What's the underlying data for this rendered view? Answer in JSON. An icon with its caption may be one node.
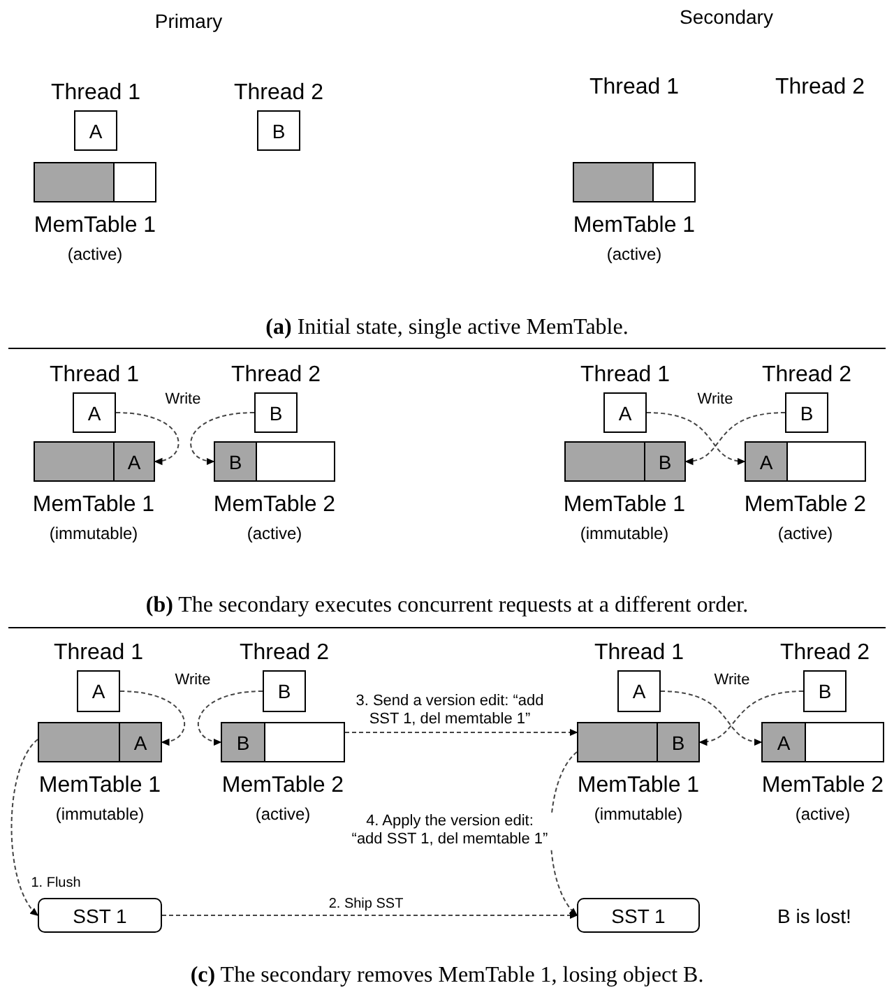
{
  "diagram": {
    "nodes": [
      {
        "text": [
          "A"
        ],
        "beside": [
          "Thread 1"
        ]
      },
      {
        "text": [
          "B"
        ],
        "beside": [
          "Thread 2"
        ]
      },
      {
        "text": [
          "MemTable 1",
          "(active)"
        ]
      },
      {
        "text": [
          "MemTable 1",
          "(active)"
        ]
      },
      {
        "text": [
          "A"
        ],
        "beside": [
          "Thread 1"
        ]
      },
      {
        "text": [
          "B"
        ],
        "beside": [
          "Thread 2"
        ]
      },
      {
        "text": [
          "MemTable 1",
          "(immutable)"
        ]
      },
      {
        "text": [
          "A"
        ],
        "in": 6
      },
      {
        "text": [
          "MemTable 2",
          "(active)"
        ]
      },
      {
        "text": [
          "B"
        ],
        "in": 8
      },
      {
        "text": [
          "A"
        ],
        "beside": [
          "Thread 1"
        ]
      },
      {
        "text": [
          "B"
        ],
        "beside": [
          "Thread 2"
        ]
      },
      {
        "text": [
          "MemTable 1",
          "(immutable)"
        ]
      },
      {
        "text": [
          "B"
        ],
        "in": 12
      },
      {
        "text": [
          "MemTable 2",
          "(active)"
        ]
      },
      {
        "text": [
          "A"
        ],
        "in": 14
      },
      {
        "text": [
          "A"
        ],
        "beside": [
          "Thread 1"
        ]
      },
      {
        "text": [
          "B"
        ],
        "beside": [
          "Thread 2"
        ]
      },
      {
        "text": [
          "MemTable 1",
          "(immutable)"
        ]
      },
      {
        "text": [
          "A"
        ],
        "in": 18
      },
      {
        "text": [
          "MemTable 2",
          "(active)"
        ]
      },
      {
        "text": [
          "B"
        ],
        "in": 20
      },
      {
        "text": [
          "SST 1"
        ]
      },
      {
        "text": [
          "A"
        ],
        "beside": [
          "Thread 1"
        ]
      },
      {
        "text": [
          "B"
        ],
        "beside": [
          "Thread 2"
        ]
      },
      {
        "text": [
          "MemTable 1",
          "(immutable)"
        ]
      },
      {
        "text": [
          "B"
        ],
        "in": 25
      },
      {
        "text": [
          "MemTable 2",
          "(active)"
        ]
      },
      {
        "text": [
          "A"
        ],
        "in": 27
      },
      {
        "text": [
          "SST 1"
        ]
      }
    ],
    "edges": [
      {
        "from": 4,
        "to": 7,
        "arrow": "to",
        "style": "dashed"
      },
      {
        "from": 5,
        "to": 9,
        "arrow": "to",
        "style": "dashed"
      },
      {
        "from": 10,
        "to": 15,
        "arrow": "to",
        "style": "dashed"
      },
      {
        "from": 11,
        "to": 13,
        "arrow": "to",
        "style": "dashed"
      },
      {
        "from": 16,
        "to": 19,
        "arrow": "to",
        "style": "dashed"
      },
      {
        "from": 17,
        "to": 21,
        "arrow": "to",
        "style": "dashed"
      },
      {
        "from": 23,
        "to": 28,
        "arrow": "to",
        "style": "dashed"
      },
      {
        "from": 24,
        "to": 26,
        "arrow": "to",
        "style": "dashed"
      },
      {
        "from": 18,
        "to": 22,
        "arrow": "to",
        "style": "dashed",
        "label": "1. Flush"
      },
      {
        "from": 22,
        "to": 29,
        "arrow": "to",
        "style": "dashed",
        "label": "2. Ship SST"
      },
      {
        "from": 20,
        "to": 25,
        "arrow": "to",
        "style": "dashed",
        "label": "3. Send a version edit: “add SST 1, del memtable 1”"
      },
      {
        "from": 25,
        "to": 29,
        "arrow": "to",
        "style": "dashed",
        "label": "4. Apply the version edit: “add SST 1, del memtable 1”"
      }
    ],
    "labels": [
      "Primary",
      "Secondary",
      "Thread 1",
      "Thread 2",
      "**(a)** Initial state, single active MemTable.",
      "Write",
      "Write",
      "**(b)** The secondary executes concurrent requests at a different order.",
      "Write",
      "Write",
      "B is lost!",
      "**(c)** The secondary removes MemTable 1, losing object B."
    ]
  }
}
